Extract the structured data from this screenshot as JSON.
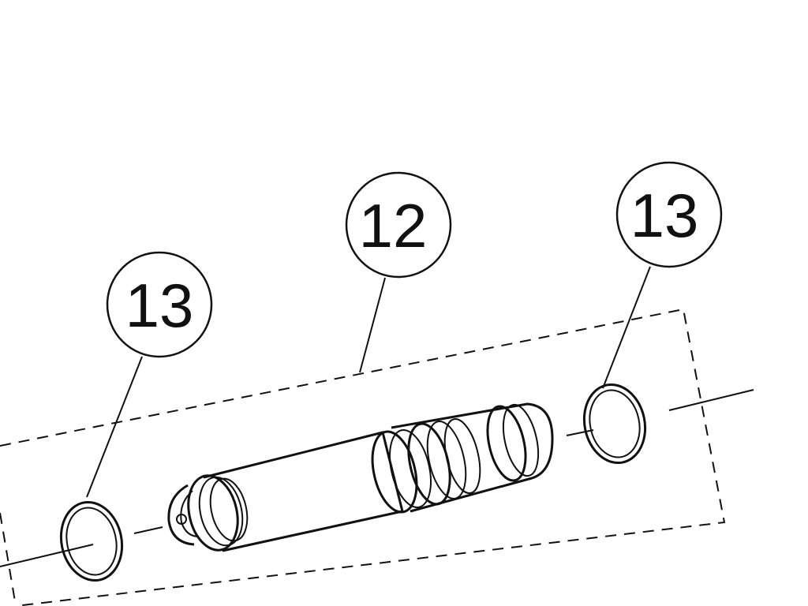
{
  "diagram": {
    "callouts": [
      {
        "id": "left-oring",
        "label": "13"
      },
      {
        "id": "spool",
        "label": "12"
      },
      {
        "id": "right-oring",
        "label": "13"
      }
    ],
    "colors": {
      "ink": "#111111",
      "paper": "#ffffff"
    }
  }
}
